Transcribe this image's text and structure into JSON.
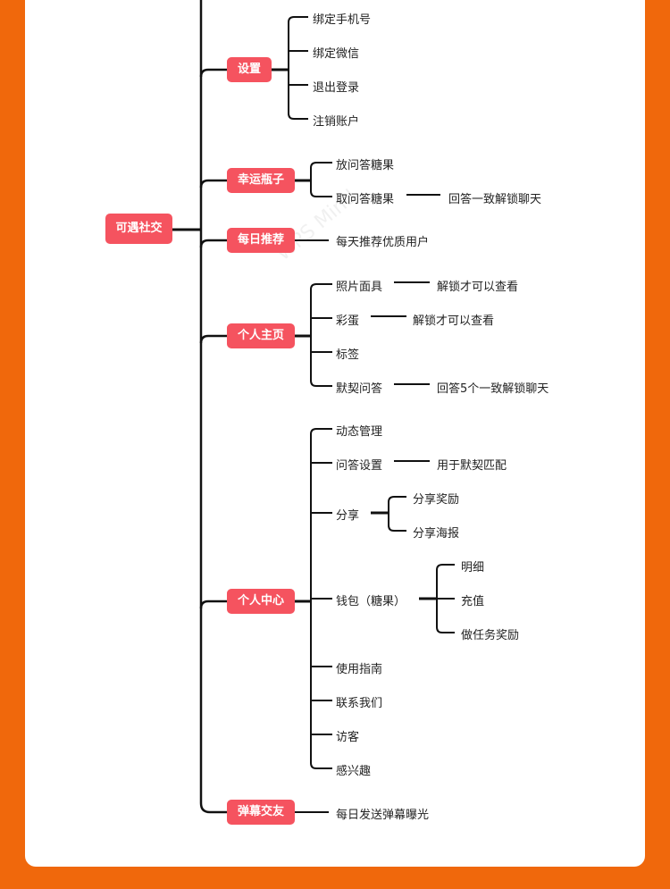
{
  "watermark": "WPS Mind",
  "root": "可遇社交",
  "branches": {
    "settings": {
      "label": "设置",
      "items": [
        "绑定手机号",
        "绑定微信",
        "退出登录",
        "注销账户"
      ]
    },
    "bottle": {
      "label": "幸运瓶子",
      "items": [
        "放问答糖果",
        "取问答糖果"
      ],
      "sub": "回答一致解锁聊天"
    },
    "daily": {
      "label": "每日推荐",
      "item": "每天推荐优质用户"
    },
    "homepage": {
      "label": "个人主页",
      "items": [
        "照片面具",
        "彩蛋",
        "标签",
        "默契问答"
      ],
      "photo_sub": "解锁才可以查看",
      "egg_sub": "解锁才可以查看",
      "quiz_sub": "回答5个一致解锁聊天"
    },
    "center": {
      "label": "个人中心",
      "items": [
        "动态管理",
        "问答设置",
        "分享",
        "钱包（糖果）",
        "使用指南",
        "联系我们",
        "访客",
        "感兴趣"
      ],
      "qa_sub": "用于默契匹配",
      "share_subs": [
        "分享奖励",
        "分享海报"
      ],
      "wallet_subs": [
        "明细",
        "充值",
        "做任务奖励"
      ]
    },
    "danmaku": {
      "label": "弹幕交友",
      "item": "每日发送弹幕曝光"
    }
  },
  "colors": {
    "background": "#f0680c",
    "node": "#f5535f",
    "line": "#111111"
  }
}
